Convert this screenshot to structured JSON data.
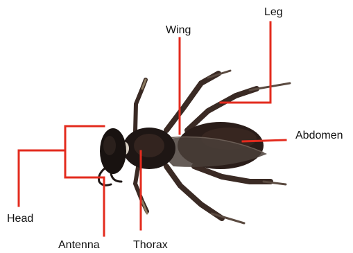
{
  "colors": {
    "leader_line": "#e32b1e",
    "body_dark": "#1e1614",
    "body_mid": "#33241f",
    "leg_brown": "#3a2a24",
    "leg_tan": "#8a7a60",
    "wing": "#4a3f3a",
    "background": "#ffffff"
  },
  "labels": {
    "wing": "Wing",
    "leg": "Leg",
    "abdomen": "Abdomen",
    "head": "Head",
    "antenna": "Antenna",
    "thorax": "Thorax"
  },
  "figure": {
    "subject_icon": "wasp-illustration"
  }
}
